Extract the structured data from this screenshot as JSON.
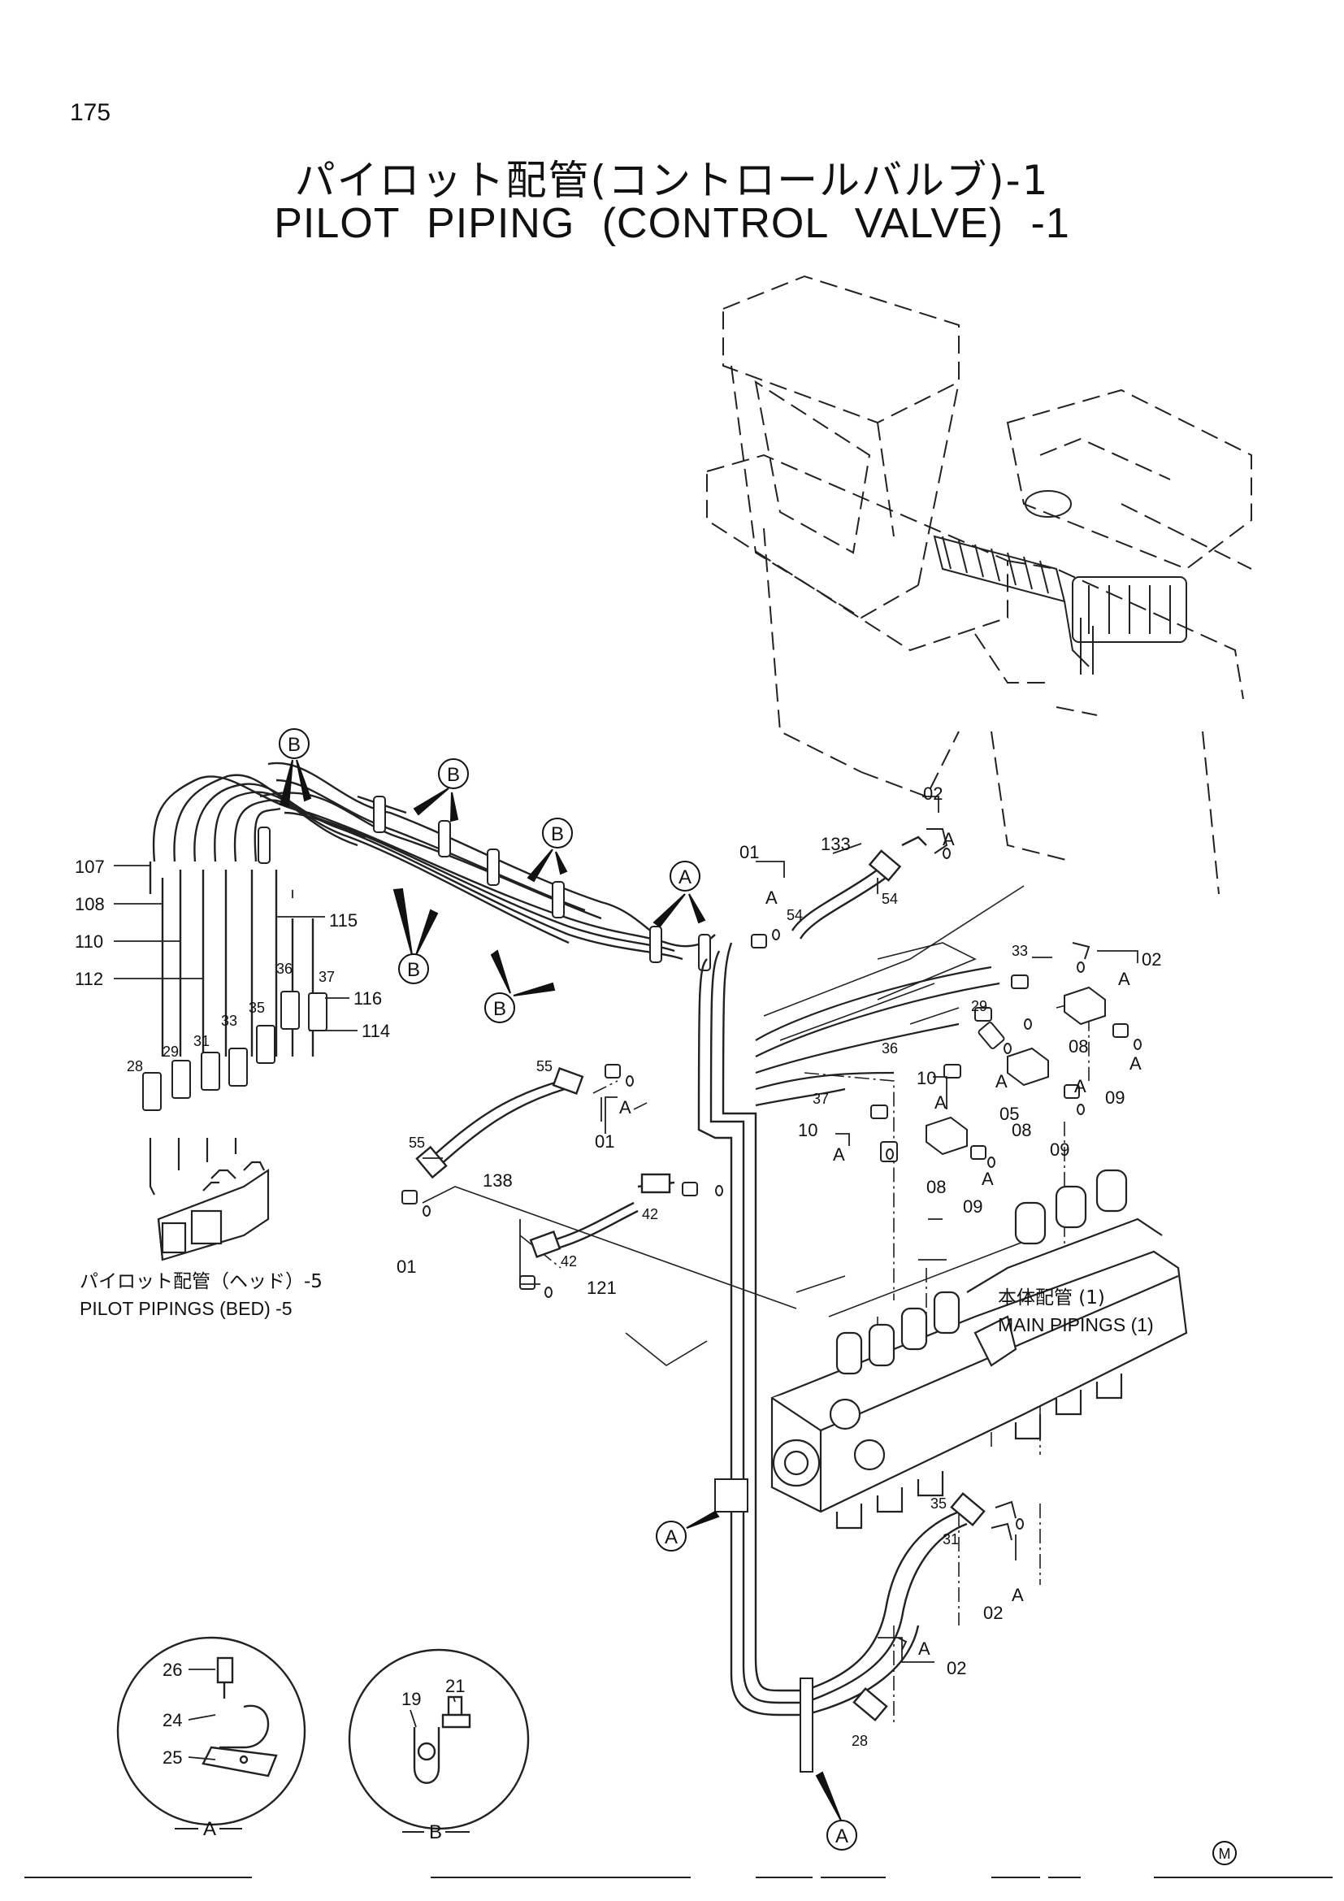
{
  "page_number": "175",
  "title_ja": "パイロット配管(コントロールバルブ)-1",
  "title_en": "PILOT PIPING (CONTROL VALVE) -1",
  "references": {
    "bed_ja": "パイロット配管（ヘッド）-5",
    "bed_en": "PILOT PIPINGS (BED) -5",
    "main_ja": "本体配管 (1)",
    "main_en": "MAIN PIPINGS (1)"
  },
  "detail_views": {
    "A": "A",
    "B": "B"
  },
  "marks": {
    "A": "A",
    "B": "B",
    "M": "M"
  },
  "parts": {
    "p01": "01",
    "p02": "02",
    "p05": "05",
    "p08": "08",
    "p09": "09",
    "p10": "10",
    "p19": "19",
    "p21": "21",
    "p24": "24",
    "p25": "25",
    "p26": "26",
    "p28": "28",
    "p29": "29",
    "p31": "31",
    "p33": "33",
    "p35": "35",
    "p36": "36",
    "p37": "37",
    "p42": "42",
    "p54": "54",
    "p55": "55",
    "p107": "107",
    "p108": "108",
    "p110": "110",
    "p112": "112",
    "p114": "114",
    "p115": "115",
    "p116": "116",
    "p121": "121",
    "p133": "133",
    "p138": "138"
  }
}
